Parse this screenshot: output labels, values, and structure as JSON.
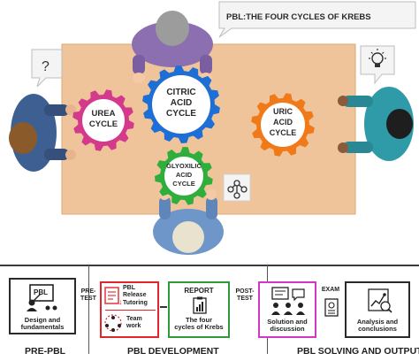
{
  "speech_bubble_title": "PBL:THE FOUR CYCLES OF KREBS",
  "question_mark": "?",
  "gears": [
    {
      "id": "citric",
      "lines": [
        "CITRIC",
        "ACID",
        "CYCLE"
      ],
      "color": "#1d6fd6"
    },
    {
      "id": "urea",
      "lines": [
        "UREA",
        "CYCLE"
      ],
      "color": "#d33a8c"
    },
    {
      "id": "uric",
      "lines": [
        "URIC",
        "ACID",
        "CYCLE"
      ],
      "color": "#f07a1a"
    },
    {
      "id": "glyoxilic",
      "lines": [
        "GLYOXILIC",
        "ACID",
        "CYCLE"
      ],
      "color": "#2fae3b"
    }
  ],
  "icons": [
    "question-bubble-icon",
    "lightbulb-bubble-icon",
    "molecule-icon"
  ],
  "workflow": {
    "stages": [
      "PRE-PBL",
      "PBL DEVELOPMENT",
      "PBL SOLVING AND OUTPUT"
    ],
    "pbl_box": {
      "title": "PBL",
      "caption": [
        "Design and",
        "fundamentals"
      ]
    },
    "pre_test": [
      "PRE-",
      "TEST"
    ],
    "development_box": {
      "release": [
        "PBL",
        "Release"
      ],
      "tutoring": "Tutoring",
      "teamwork": [
        "Team",
        "work"
      ],
      "border": "#e0262b"
    },
    "report_box": {
      "title": "REPORT",
      "caption": [
        "The four",
        "cycles of Krebs"
      ],
      "border": "#2f9a3a"
    },
    "post_test": [
      "POST-",
      "TEST"
    ],
    "solution_box": {
      "caption": [
        "Solution and",
        "discussion"
      ],
      "border": "#d436c8"
    },
    "exam": "EXAM",
    "analysis_box": {
      "caption": [
        "Analysis and",
        "conclusions"
      ]
    }
  }
}
